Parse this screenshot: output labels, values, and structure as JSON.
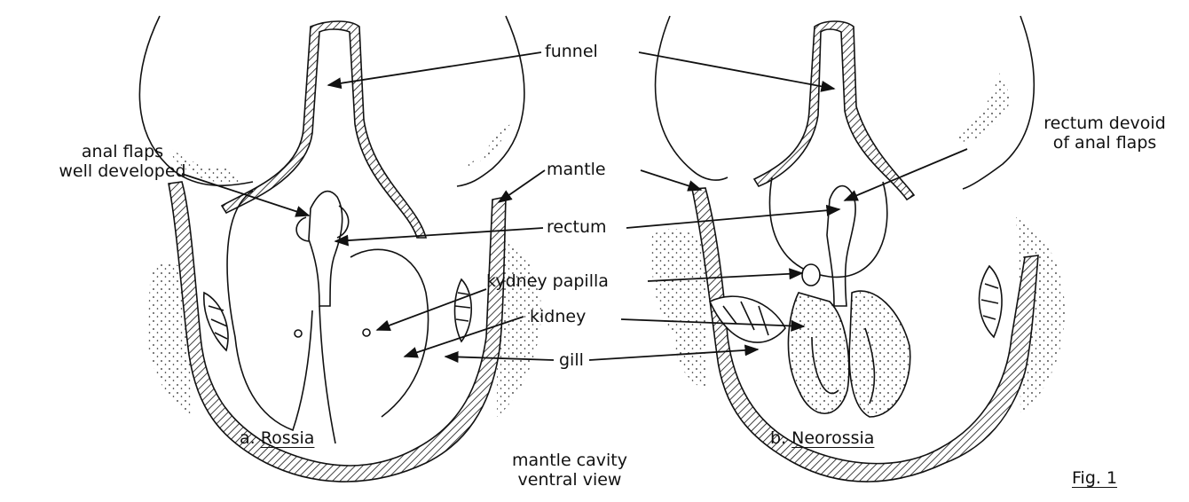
{
  "labels": {
    "funnel": "funnel",
    "anal_flaps_line1": "anal flaps",
    "anal_flaps_line2": "well developed",
    "mantle": "mantle",
    "rectum": "rectum",
    "rectum_devoid_line1": "rectum devoid",
    "rectum_devoid_line2": "of anal flaps",
    "kidney_papilla": "kydney papilla",
    "kidney": "kidney",
    "gill": "gill"
  },
  "captions": {
    "a_prefix": "a.",
    "a_name": "Rossia",
    "b_prefix": "b.",
    "b_name": "Neorossia",
    "center_line1": "mantle cavity",
    "center_line2": "ventral view",
    "fig": "Fig. 1"
  }
}
